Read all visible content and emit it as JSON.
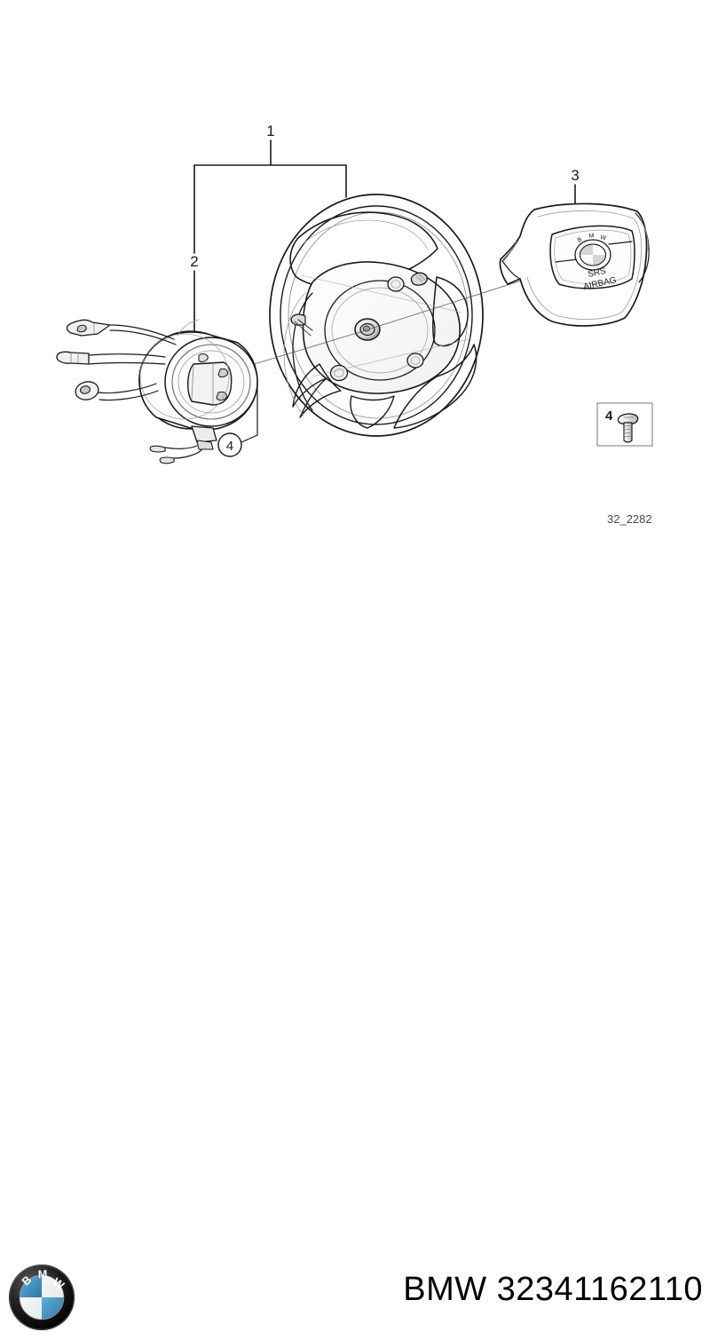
{
  "document": {
    "type": "parts-diagram",
    "brand": "BMW",
    "part_number": "32341162110",
    "footer_text": "BMW 32341162110",
    "diagram_reference": "32_2282",
    "background_color": "#ffffff",
    "line_color": "#1a1a1a"
  },
  "callouts": [
    {
      "id": "1",
      "label": "1",
      "type": "bracket",
      "describes": "steering-wheel-assembly"
    },
    {
      "id": "2",
      "label": "2",
      "type": "leader",
      "describes": "clock-spring-slip-ring"
    },
    {
      "id": "3",
      "label": "3",
      "type": "leader",
      "describes": "airbag-cover-module"
    },
    {
      "id": "4",
      "label": "4",
      "type": "circled",
      "describes": "mounting-screw"
    },
    {
      "id": "4box",
      "label": "4",
      "type": "inset-box",
      "describes": "screw-detail-inset"
    }
  ],
  "parts": {
    "steering_wheel": {
      "name": "steering-wheel",
      "spokes": 3
    },
    "clock_spring": {
      "name": "clock-spring-slip-ring",
      "leads": [
        "spade-terminal",
        "flat-connector",
        "ring-terminal"
      ]
    },
    "airbag_cover": {
      "name": "airbag-cover",
      "emblem": "BMW",
      "marking_line1": "SRS",
      "marking_line2": "AIRBAG"
    },
    "screw": {
      "name": "pan-head-screw"
    }
  },
  "logo": {
    "name": "bmw-roundel",
    "letters": "BMW",
    "ring_color": "#111111",
    "blue": "#3f8fc4",
    "white": "#f6f6f6"
  }
}
